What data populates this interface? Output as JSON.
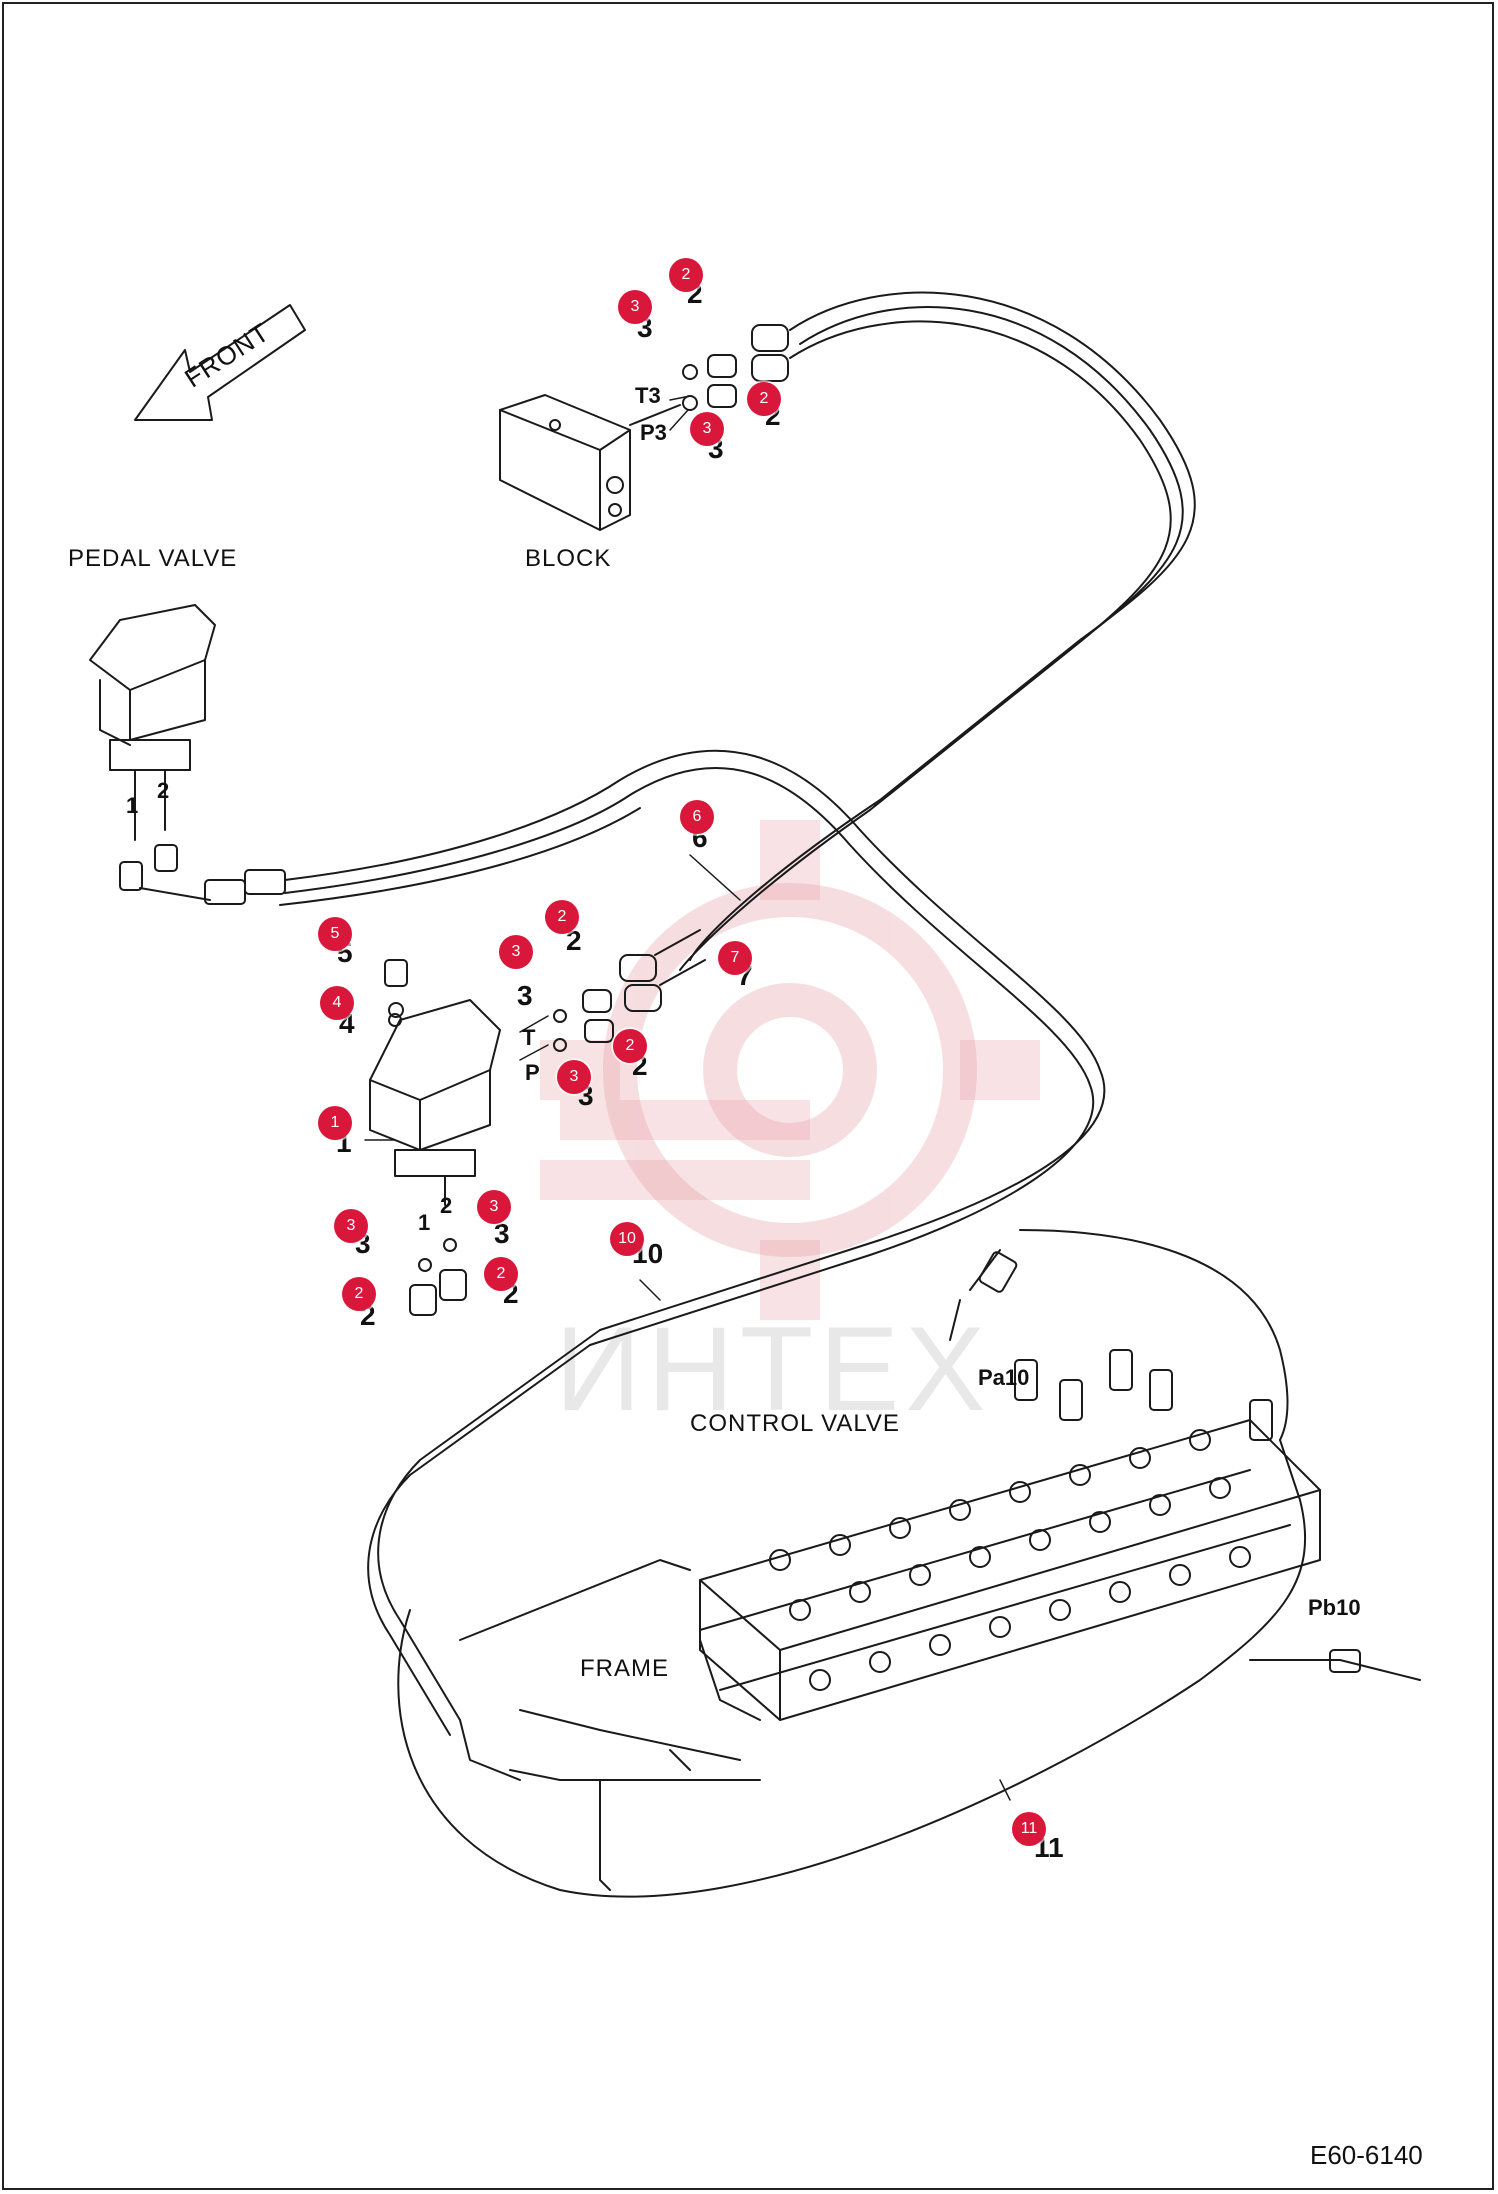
{
  "colors": {
    "callout_fill": "#d9173a",
    "line": "#1a1a1a",
    "watermark": "#e8a0a8"
  },
  "labels": {
    "front": "FRONT",
    "pedal_valve": "PEDAL VALVE",
    "block": "BLOCK",
    "control_valve": "CONTROL VALVE",
    "frame": "FRAME",
    "watermark": "ИНТЕХ"
  },
  "ports": {
    "t3": "T3",
    "p3": "P3",
    "t": "T",
    "p": "P",
    "pedal_port1": "1",
    "pedal_port2": "2",
    "valve_port1": "1",
    "valve_port2": "2",
    "pa10": "Pa10",
    "pb10": "Pb10"
  },
  "part_numbers": [
    {
      "id": "b-2-top",
      "text": "2"
    },
    {
      "id": "b-3-top",
      "text": "3"
    },
    {
      "id": "b-2-mid",
      "text": "2"
    },
    {
      "id": "b-3-mid",
      "text": "3"
    },
    {
      "id": "v-6",
      "text": "6"
    },
    {
      "id": "v-7",
      "text": "7"
    },
    {
      "id": "v-5",
      "text": "5"
    },
    {
      "id": "v-4",
      "text": "4"
    },
    {
      "id": "v-1",
      "text": "1"
    },
    {
      "id": "v-3a",
      "text": "3"
    },
    {
      "id": "v-2a",
      "text": "2"
    },
    {
      "id": "v-2b",
      "text": "2"
    },
    {
      "id": "v-3b",
      "text": "3"
    },
    {
      "id": "l-3a",
      "text": "3"
    },
    {
      "id": "l-3b",
      "text": "3"
    },
    {
      "id": "l-2a",
      "text": "2"
    },
    {
      "id": "l-2b",
      "text": "2"
    },
    {
      "id": "h-10",
      "text": "10"
    },
    {
      "id": "h-11",
      "text": "11"
    }
  ],
  "callouts": [
    {
      "id": "c1",
      "text": "2"
    },
    {
      "id": "c2",
      "text": "3"
    },
    {
      "id": "c3",
      "text": "2"
    },
    {
      "id": "c4",
      "text": "3"
    },
    {
      "id": "c5",
      "text": "6"
    },
    {
      "id": "c6",
      "text": "2"
    },
    {
      "id": "c7",
      "text": "3"
    },
    {
      "id": "c8",
      "text": "7"
    },
    {
      "id": "c9",
      "text": "5"
    },
    {
      "id": "c10",
      "text": "4"
    },
    {
      "id": "c11",
      "text": "2"
    },
    {
      "id": "c12",
      "text": "3"
    },
    {
      "id": "c13",
      "text": "1"
    },
    {
      "id": "c14",
      "text": "3"
    },
    {
      "id": "c15",
      "text": "3"
    },
    {
      "id": "c16",
      "text": "10"
    },
    {
      "id": "c17",
      "text": "2"
    },
    {
      "id": "c18",
      "text": "2"
    },
    {
      "id": "c19",
      "text": "11"
    }
  ],
  "drawing_code": "E60-6140"
}
